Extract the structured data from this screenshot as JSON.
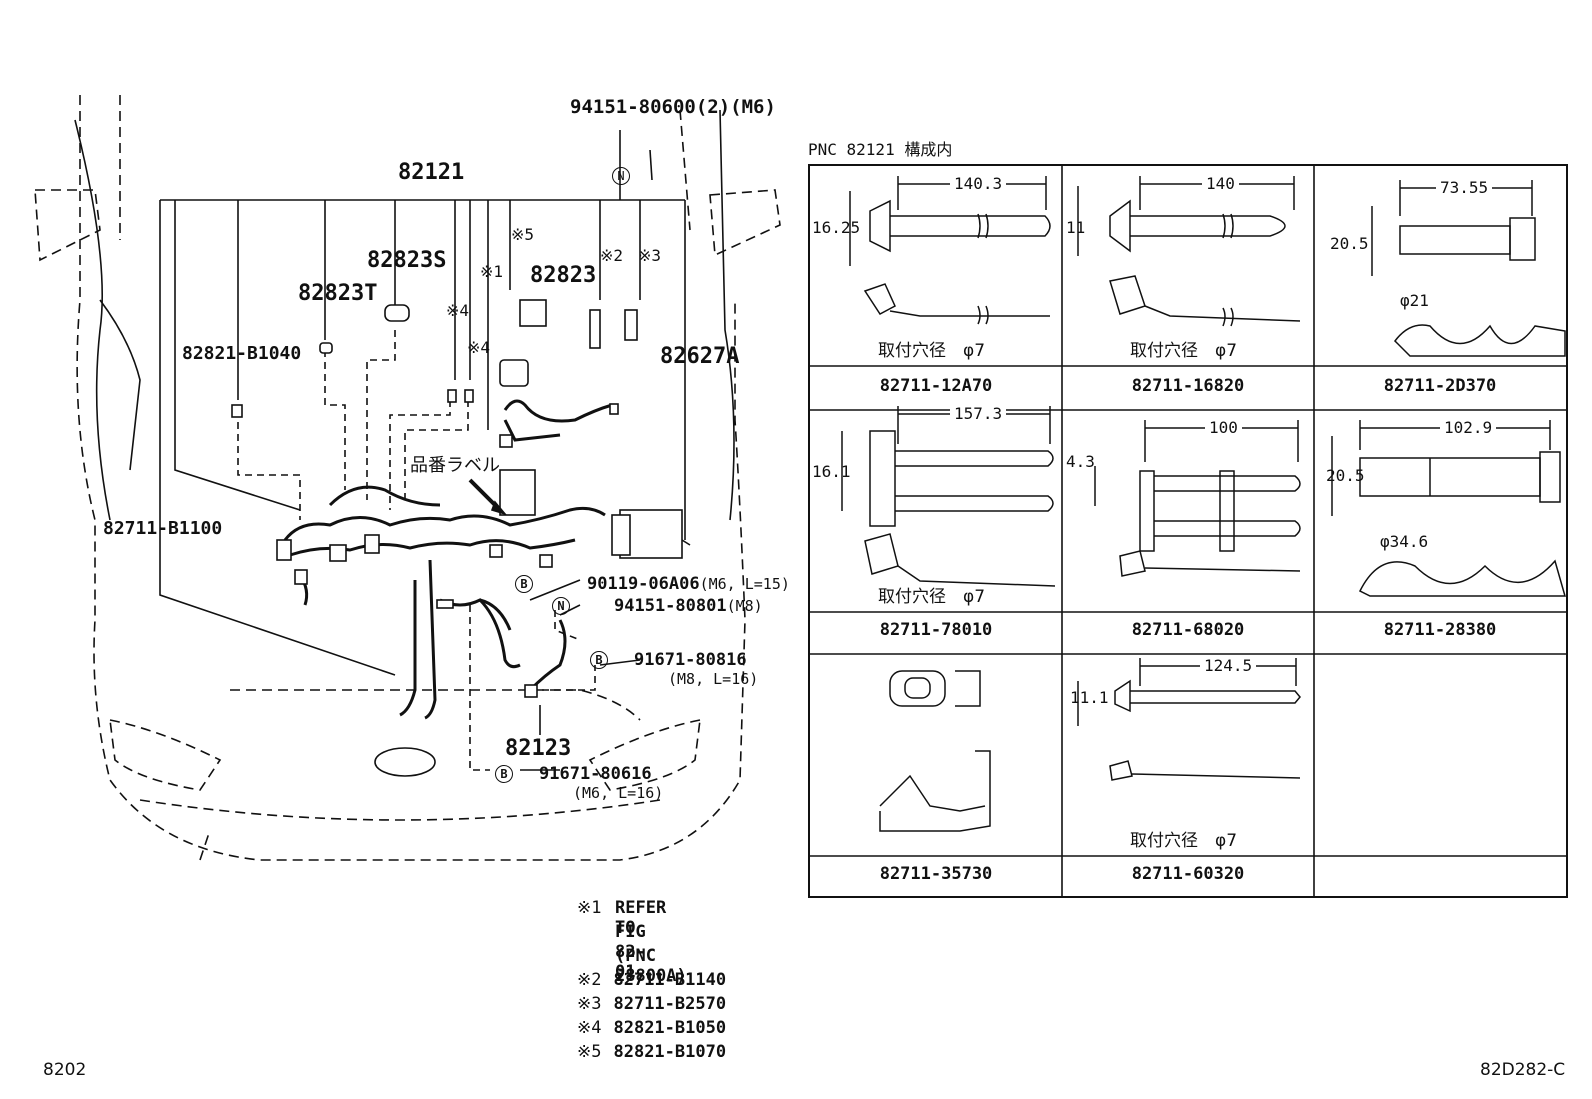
{
  "callouts": {
    "bolt_top": "94151-80600(2)(M6)",
    "main_harness": "82121",
    "clamp_s": "82823S",
    "clamp_t": "82823T",
    "clamp_823": "82823",
    "clip_b1040": "82821-B1040",
    "bracket_627a": "82627A",
    "clip_b1100": "82711-B1100",
    "label_note": "品番ラベル",
    "bolt_06a06": "90119-06A06",
    "bolt_06a06_spec": "(M6, L=15)",
    "nut_80801": "94151-80801",
    "nut_80801_spec": "(M8)",
    "bolt_80816": "91671-80816",
    "bolt_80816_spec": "(M8, L=16)",
    "harness_123": "82123",
    "bolt_80616": "91671-80616",
    "bolt_80616_spec": "(M6, L=16)",
    "mark_1": "※1",
    "mark_2": "※2",
    "mark_3": "※3",
    "mark_4": "※4",
    "mark_5": "※5",
    "sym_n": "N",
    "sym_b": "B"
  },
  "notes": [
    {
      "mark": "※1",
      "lines": [
        "REFER TO",
        "FIG 82-01",
        "(PNC 28800A)"
      ]
    },
    {
      "mark": "※2",
      "lines": [
        "82711-B1140"
      ]
    },
    {
      "mark": "※3",
      "lines": [
        "82711-B2570"
      ]
    },
    {
      "mark": "※4",
      "lines": [
        "82821-B1050"
      ]
    },
    {
      "mark": "※5",
      "lines": [
        "82821-B1070"
      ]
    }
  ],
  "table": {
    "title": "PNC 82121 構成内",
    "hole_text": "取付穴径　φ7",
    "cells": [
      {
        "part": "82711-12A70",
        "dims": [
          "140.3",
          "16.25"
        ],
        "hole": true
      },
      {
        "part": "82711-16820",
        "dims": [
          "140",
          "11"
        ],
        "hole": true
      },
      {
        "part": "82711-2D370",
        "dims": [
          "73.55",
          "20.5",
          "φ21"
        ],
        "hole": false
      },
      {
        "part": "82711-78010",
        "dims": [
          "157.3",
          "16.1"
        ],
        "hole": true
      },
      {
        "part": "82711-68020",
        "dims": [
          "100",
          "4.3"
        ],
        "hole": false
      },
      {
        "part": "82711-28380",
        "dims": [
          "102.9",
          "20.5",
          "φ34.6"
        ],
        "hole": false
      },
      {
        "part": "82711-35730",
        "dims": [],
        "hole": false
      },
      {
        "part": "82711-60320",
        "dims": [
          "124.5",
          "11.1"
        ],
        "hole": true
      },
      {
        "part": "",
        "dims": [],
        "hole": false
      }
    ]
  },
  "footer": {
    "left": "8202",
    "right": "82D282-C"
  }
}
